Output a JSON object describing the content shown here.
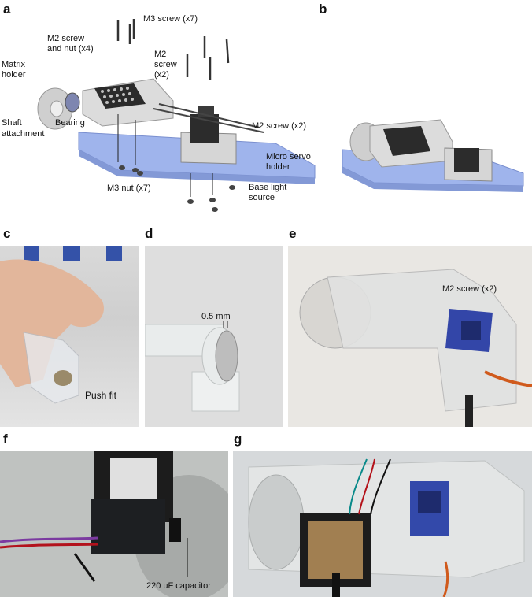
{
  "panels": {
    "a": {
      "letter": "a",
      "labels": {
        "m3_screw": "M3 screw (x7)",
        "m2_screw_nut_1": "M2 screw",
        "m2_screw_nut_2": "and nut (x4)",
        "matrix_holder_1": "Matrix",
        "matrix_holder_2": "holder",
        "m2_screw_x2_a_1": "M2",
        "m2_screw_x2_a_2": "screw",
        "m2_screw_x2_a_3": "(x2)",
        "bearing": "Bearing",
        "shaft_1": "Shaft",
        "shaft_2": "attachment",
        "m2_screw_x2_b": "M2 screw (x2)",
        "micro_servo_1": "Micro servo",
        "micro_servo_2": "holder",
        "m3_nut": "M3 nut (x7)",
        "base_light_1": "Base light",
        "base_light_2": "source"
      }
    },
    "b": {
      "letter": "b"
    },
    "c": {
      "letter": "c",
      "labels": {
        "push_fit": "Push fit"
      }
    },
    "d": {
      "letter": "d",
      "labels": {
        "gap": "0.5 mm"
      }
    },
    "e": {
      "letter": "e",
      "labels": {
        "m2_screw": "M2 screw (x2)"
      }
    },
    "f": {
      "letter": "f",
      "labels": {
        "capacitor": "220 uF capacitor"
      }
    },
    "g": {
      "letter": "g"
    }
  },
  "colors": {
    "acrylic_blue": "#9fb4ec",
    "part_grey": "#d9d9d9",
    "led_dark": "#2b2b2b",
    "servo_blue": "#2a3f9e"
  }
}
